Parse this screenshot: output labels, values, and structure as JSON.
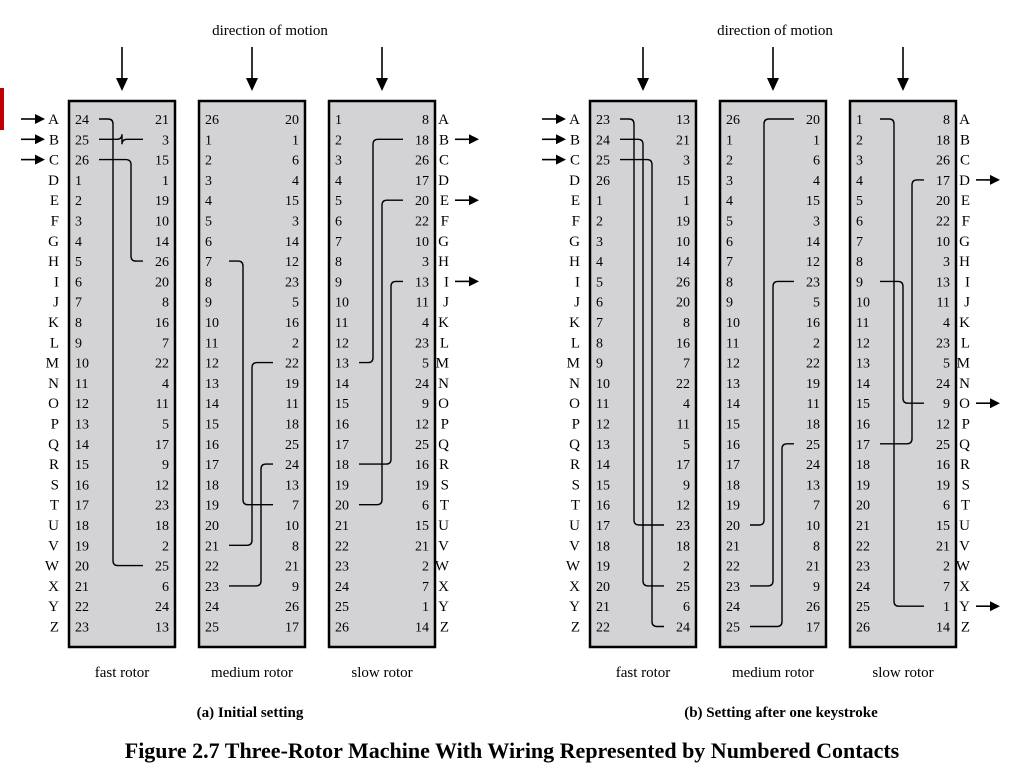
{
  "figure": {
    "caption": "Figure 2.7   Three-Rotor Machine With Wiring Represented by Numbered Contacts"
  },
  "panels": [
    {
      "subcaption": "(a) Initial setting",
      "direction_label": "direction of motion",
      "input_arrows": [
        "A",
        "B",
        "C"
      ],
      "output_arrows": [
        "B",
        "E",
        "I"
      ],
      "rotors": [
        {
          "label": "fast rotor",
          "left": [
            24,
            25,
            26,
            1,
            2,
            3,
            4,
            5,
            6,
            7,
            8,
            9,
            10,
            11,
            12,
            13,
            14,
            15,
            16,
            17,
            18,
            19,
            20,
            21,
            22,
            23
          ],
          "right": [
            21,
            3,
            15,
            1,
            19,
            10,
            14,
            26,
            20,
            8,
            16,
            7,
            22,
            4,
            11,
            5,
            17,
            9,
            12,
            23,
            18,
            2,
            25,
            6,
            24,
            13
          ],
          "wires": [
            [
              0,
              22
            ],
            [
              1,
              1
            ],
            [
              2,
              7
            ]
          ]
        },
        {
          "label": "medium rotor",
          "left": [
            26,
            1,
            2,
            3,
            4,
            5,
            6,
            7,
            8,
            9,
            10,
            11,
            12,
            13,
            14,
            15,
            16,
            17,
            18,
            19,
            20,
            21,
            22,
            23,
            24,
            25
          ],
          "right": [
            20,
            1,
            6,
            4,
            15,
            3,
            14,
            12,
            23,
            5,
            16,
            2,
            22,
            19,
            11,
            18,
            25,
            24,
            13,
            7,
            10,
            8,
            21,
            9,
            26,
            17
          ],
          "wires": [
            [
              7,
              19
            ],
            [
              21,
              12
            ],
            [
              23,
              17
            ]
          ]
        },
        {
          "label": "slow rotor",
          "left": [
            1,
            2,
            3,
            4,
            5,
            6,
            7,
            8,
            9,
            10,
            11,
            12,
            13,
            14,
            15,
            16,
            17,
            18,
            19,
            20,
            21,
            22,
            23,
            24,
            25,
            26
          ],
          "right": [
            8,
            18,
            26,
            17,
            20,
            22,
            10,
            3,
            13,
            11,
            4,
            23,
            5,
            24,
            9,
            12,
            25,
            16,
            19,
            6,
            15,
            21,
            2,
            7,
            1,
            14
          ],
          "wires": [
            [
              12,
              1
            ],
            [
              19,
              4
            ],
            [
              17,
              8
            ]
          ]
        }
      ],
      "letters": [
        "A",
        "B",
        "C",
        "D",
        "E",
        "F",
        "G",
        "H",
        "I",
        "J",
        "K",
        "L",
        "M",
        "N",
        "O",
        "P",
        "Q",
        "R",
        "S",
        "T",
        "U",
        "V",
        "W",
        "X",
        "Y",
        "Z"
      ]
    },
    {
      "subcaption": "(b) Setting after one keystroke",
      "direction_label": "direction of motion",
      "input_arrows": [
        "A",
        "B",
        "C"
      ],
      "output_arrows": [
        "D",
        "O",
        "Y"
      ],
      "rotors": [
        {
          "label": "fast rotor",
          "left": [
            23,
            24,
            25,
            26,
            1,
            2,
            3,
            4,
            5,
            6,
            7,
            8,
            9,
            10,
            11,
            12,
            13,
            14,
            15,
            16,
            17,
            18,
            19,
            20,
            21,
            22
          ],
          "right": [
            13,
            21,
            3,
            15,
            1,
            19,
            10,
            14,
            26,
            20,
            8,
            16,
            7,
            22,
            4,
            11,
            5,
            17,
            9,
            12,
            23,
            18,
            2,
            25,
            6,
            24
          ],
          "wires": [
            [
              0,
              20
            ],
            [
              1,
              23
            ],
            [
              2,
              25
            ]
          ]
        },
        {
          "label": "medium rotor",
          "left": [
            26,
            1,
            2,
            3,
            4,
            5,
            6,
            7,
            8,
            9,
            10,
            11,
            12,
            13,
            14,
            15,
            16,
            17,
            18,
            19,
            20,
            21,
            22,
            23,
            24,
            25
          ],
          "right": [
            20,
            1,
            6,
            4,
            15,
            3,
            14,
            12,
            23,
            5,
            16,
            2,
            22,
            19,
            11,
            18,
            25,
            24,
            13,
            7,
            10,
            8,
            21,
            9,
            26,
            17
          ],
          "wires": [
            [
              20,
              0
            ],
            [
              23,
              8
            ],
            [
              25,
              16
            ]
          ]
        },
        {
          "label": "slow rotor",
          "left": [
            1,
            2,
            3,
            4,
            5,
            6,
            7,
            8,
            9,
            10,
            11,
            12,
            13,
            14,
            15,
            16,
            17,
            18,
            19,
            20,
            21,
            22,
            23,
            24,
            25,
            26
          ],
          "right": [
            8,
            18,
            26,
            17,
            20,
            22,
            10,
            3,
            13,
            11,
            4,
            23,
            5,
            24,
            9,
            12,
            25,
            16,
            19,
            6,
            15,
            21,
            2,
            7,
            1,
            14
          ],
          "wires": [
            [
              0,
              24
            ],
            [
              8,
              14
            ],
            [
              16,
              3
            ]
          ]
        }
      ],
      "letters": [
        "A",
        "B",
        "C",
        "D",
        "E",
        "F",
        "G",
        "H",
        "I",
        "J",
        "K",
        "L",
        "M",
        "N",
        "O",
        "P",
        "Q",
        "R",
        "S",
        "T",
        "U",
        "V",
        "W",
        "X",
        "Y",
        "Z"
      ]
    }
  ]
}
